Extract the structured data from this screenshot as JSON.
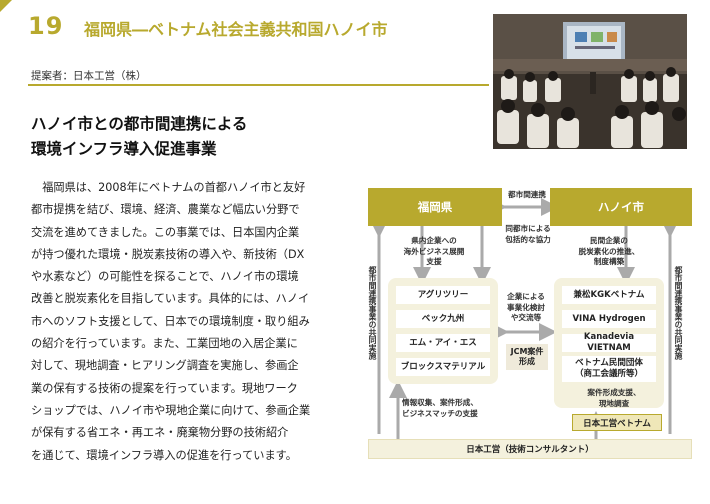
{
  "page": {
    "number": "19",
    "title": "福岡県―ベトナム社会主義共和国ハノイ市",
    "proposer": "提案者：日本工営（株）",
    "headline": [
      "ハノイ市との都市間連携による",
      "環境インフラ導入促進事業"
    ],
    "body": [
      "　福岡県は、2008年にベトナムの首都ハノイ市と友好",
      "都市提携を結び、環境、経済、農業など幅広い分野で",
      "交流を進めてきました。この事業では、日本国内企業",
      "が持つ優れた環境・脱炭素技術の導入や、新技術（DX",
      "や水素など）の可能性を探ることで、ハノイ市の環境",
      "改善と脱炭素化を目指しています。具体的には、ハノイ",
      "市へのソフト支援として、日本での環境制度・取り組み",
      "の紹介を行っています。また、工業団地の入居企業に",
      "対して、現地調査・ヒアリング調査を実施し、参画企",
      "業の保有する技術の提案を行っています。現地ワーク",
      "ショップでは、ハノイ市や現地企業に向けて、参画企業",
      "が保有する省エネ・再エネ・廃棄物分野の技術紹介",
      "を通じて、環境インフラ導入の促進を行っています。"
    ]
  },
  "diagram": {
    "left_main": "福岡県",
    "right_main": "ハノイ市",
    "inter_city": "都市間連携",
    "hanoi_cooperation": [
      "同都市による",
      "包括的な協力"
    ],
    "left_support": [
      "県内企業への",
      "海外ビジネス展開",
      "支援"
    ],
    "right_support": [
      "民間企業の",
      "脱炭素化の推進、",
      "制度構築"
    ],
    "left_companies": [
      "アグリツリー",
      "ベック九州",
      "エム・アイ・エス",
      "ブロックスマテリアル"
    ],
    "right_companies": [
      "兼松KGKベトナム",
      "VINA Hydrogen",
      "Kanadevia VIETNAM",
      "ベトナム民間団体",
      "（商工会議所等）"
    ],
    "middle_label": [
      "企業による",
      "事業化検討",
      "や交流等"
    ],
    "jcm": [
      "JCM案件",
      "形成"
    ],
    "left_vertical": "都市間連携事業の共同実施",
    "right_vertical": "都市間連携事業の共同実施",
    "left_info": [
      "情報収集、案件形成、",
      "ビジネスマッチの支援"
    ],
    "right_info": [
      "案件形成支援、",
      "現地調査"
    ],
    "vn_company": "日本工営ベトナム",
    "bottom_bar": "日本工営（技術コンサルタント）"
  },
  "colors": {
    "accent": "#b8a92e",
    "panel": "#f4f1dd"
  }
}
